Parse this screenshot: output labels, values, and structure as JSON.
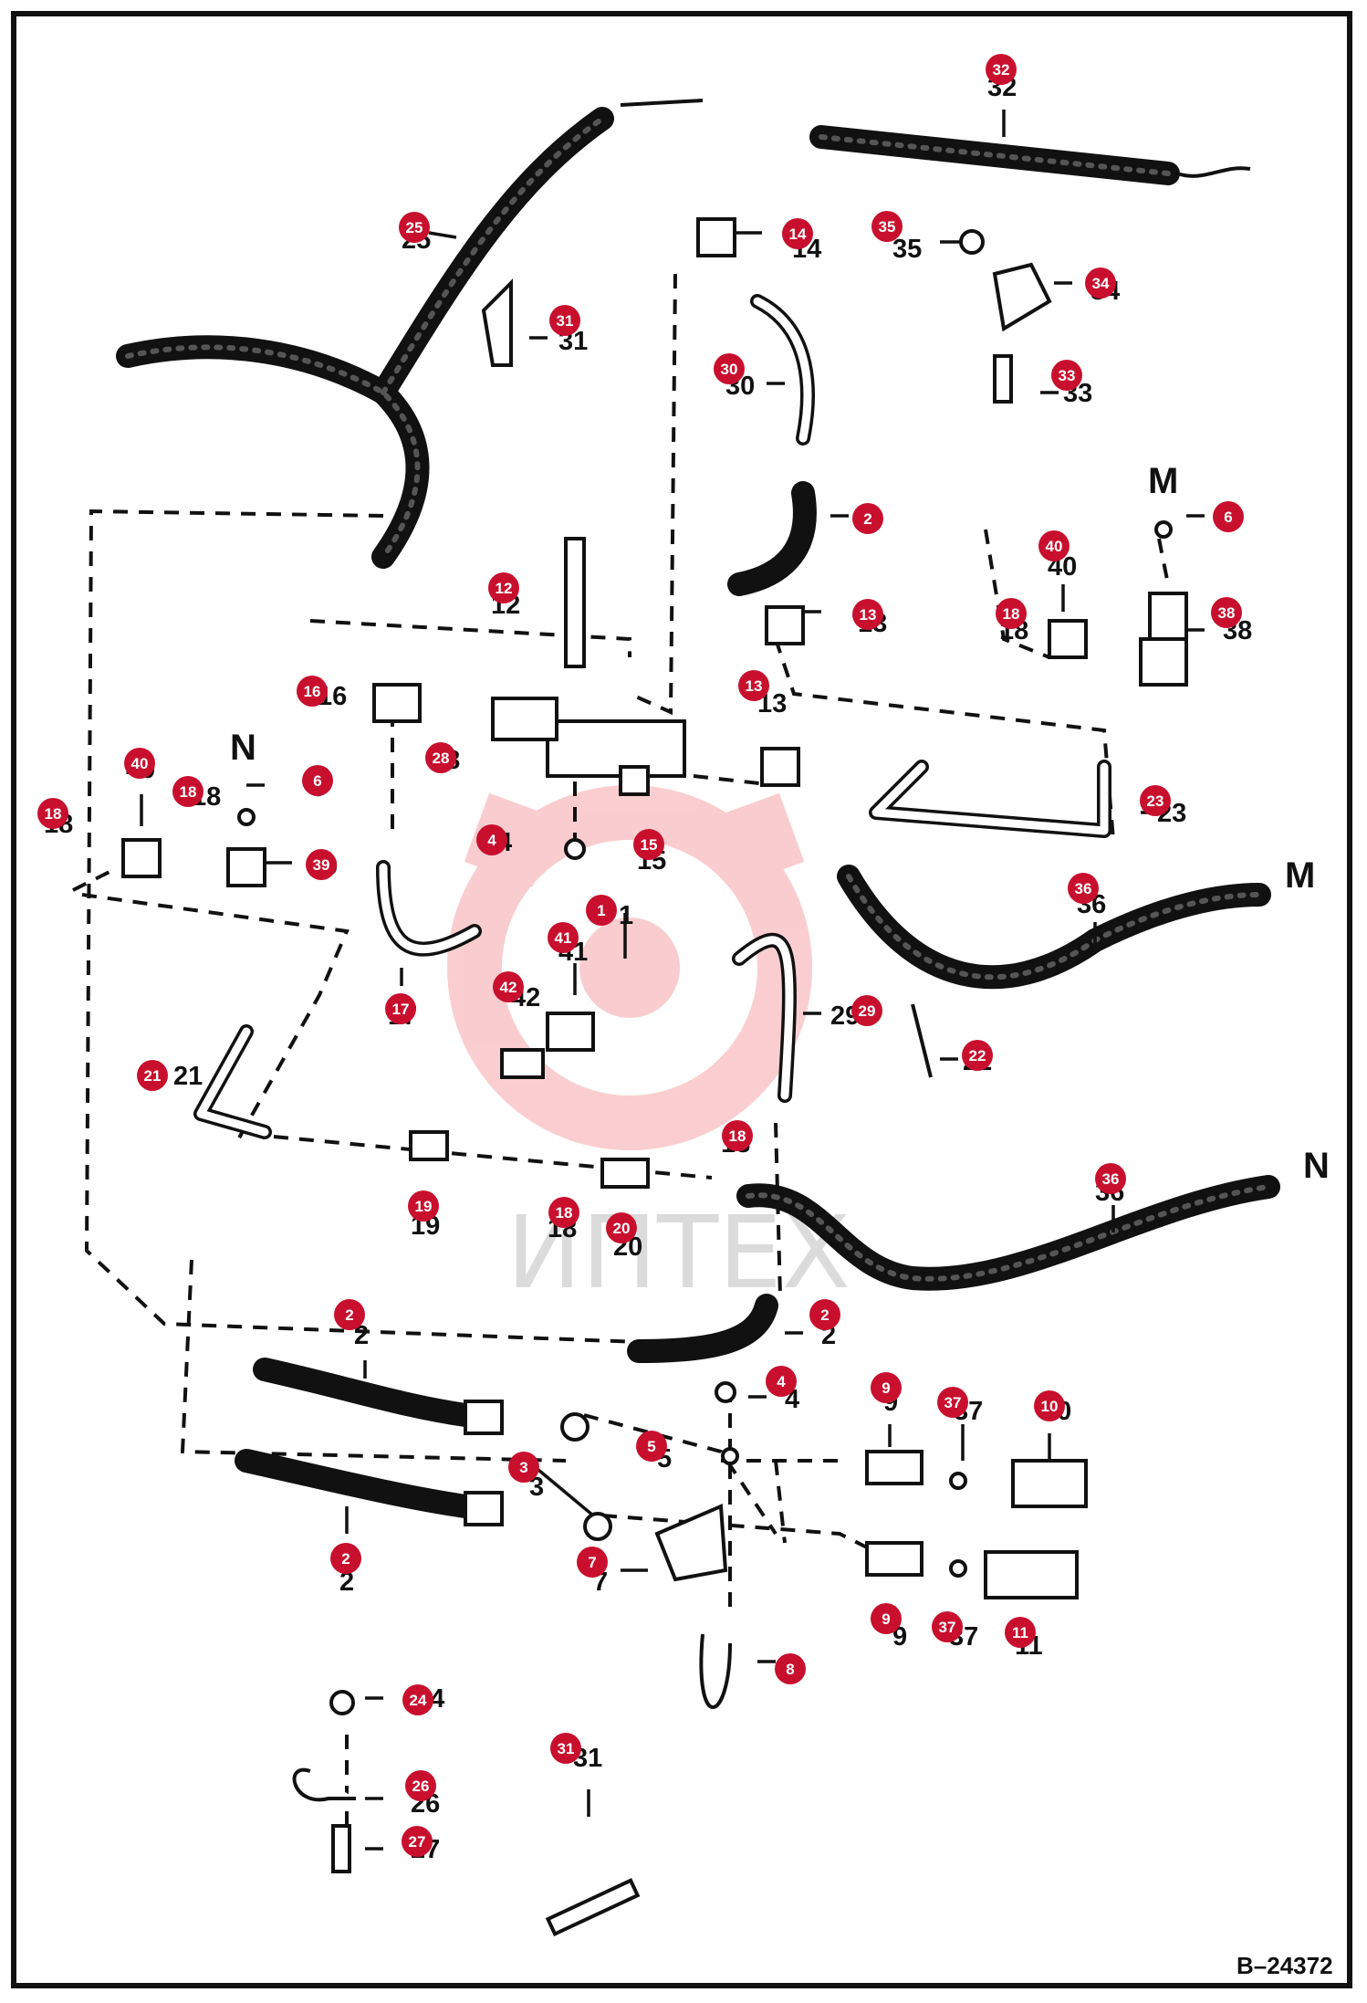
{
  "figure": {
    "reference": "B–24372",
    "watermark": "ИПТЕХ",
    "ports": [
      {
        "label": "M"
      },
      {
        "label": "M"
      },
      {
        "label": "N"
      },
      {
        "label": "N"
      }
    ],
    "callout_color": "#c8102e",
    "callouts": [
      {
        "number": "32",
        "text": "32"
      },
      {
        "number": "25",
        "text": "25"
      },
      {
        "number": "14",
        "text": "14"
      },
      {
        "number": "35",
        "text": "35"
      },
      {
        "number": "34",
        "text": "34"
      },
      {
        "number": "31",
        "text": "31"
      },
      {
        "number": "30",
        "text": "30"
      },
      {
        "number": "33",
        "text": "33"
      },
      {
        "number": "2",
        "text": "2"
      },
      {
        "number": "6",
        "text": "6"
      },
      {
        "number": "40",
        "text": "40"
      },
      {
        "number": "12",
        "text": "12"
      },
      {
        "number": "13",
        "text": "13"
      },
      {
        "number": "18",
        "text": "18"
      },
      {
        "number": "38",
        "text": "38"
      },
      {
        "number": "16",
        "text": "16"
      },
      {
        "number": "13",
        "text": "13"
      },
      {
        "number": "28",
        "text": "28"
      },
      {
        "number": "40",
        "text": "40"
      },
      {
        "number": "18",
        "text": "18"
      },
      {
        "number": "6",
        "text": "6"
      },
      {
        "number": "18",
        "text": "18"
      },
      {
        "number": "4",
        "text": "4"
      },
      {
        "number": "39",
        "text": "39"
      },
      {
        "number": "15",
        "text": "15"
      },
      {
        "number": "23",
        "text": "23"
      },
      {
        "number": "1",
        "text": "1"
      },
      {
        "number": "41",
        "text": "41"
      },
      {
        "number": "36",
        "text": "36"
      },
      {
        "number": "42",
        "text": "42"
      },
      {
        "number": "17",
        "text": "17"
      },
      {
        "number": "29",
        "text": "29"
      },
      {
        "number": "22",
        "text": "22"
      },
      {
        "number": "21",
        "text": "21"
      },
      {
        "number": "18",
        "text": "18"
      },
      {
        "number": "19",
        "text": "19"
      },
      {
        "number": "18",
        "text": "18"
      },
      {
        "number": "20",
        "text": "20"
      },
      {
        "number": "36",
        "text": "36"
      },
      {
        "number": "2",
        "text": "2"
      },
      {
        "number": "2",
        "text": "2"
      },
      {
        "number": "4",
        "text": "4"
      },
      {
        "number": "9",
        "text": "9"
      },
      {
        "number": "37",
        "text": "37"
      },
      {
        "number": "10",
        "text": "10"
      },
      {
        "number": "3",
        "text": "3"
      },
      {
        "number": "5",
        "text": "5"
      },
      {
        "number": "2",
        "text": "2"
      },
      {
        "number": "7",
        "text": "7"
      },
      {
        "number": "9",
        "text": "9"
      },
      {
        "number": "37",
        "text": "37"
      },
      {
        "number": "11",
        "text": "11"
      },
      {
        "number": "8",
        "text": "8"
      },
      {
        "number": "24",
        "text": "24"
      },
      {
        "number": "31",
        "text": "31"
      },
      {
        "number": "26",
        "text": "26"
      },
      {
        "number": "27",
        "text": "27"
      }
    ]
  }
}
